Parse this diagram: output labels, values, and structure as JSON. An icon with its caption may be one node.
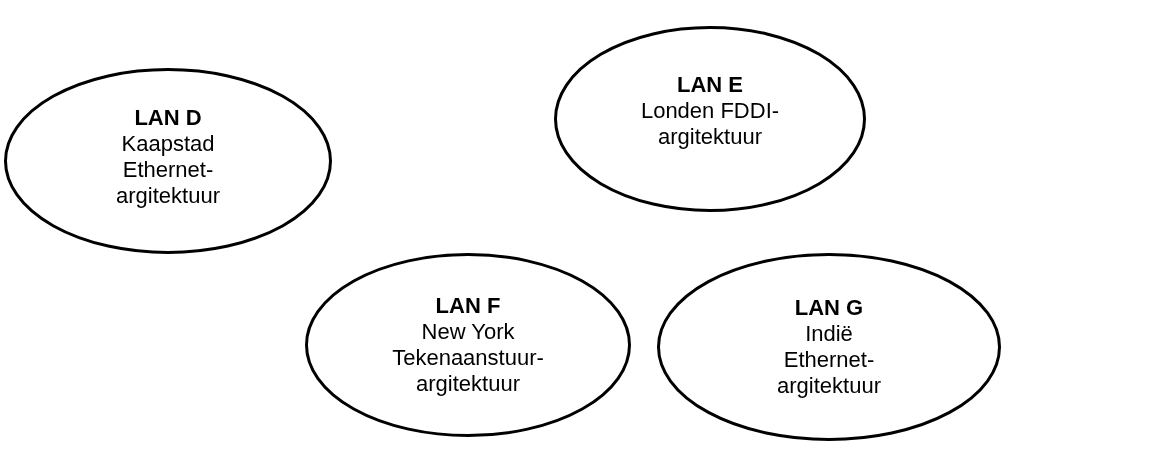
{
  "diagram": {
    "nodes": [
      {
        "text": [
          "LAN D",
          "Kaapstad Ethernet-argitektuur"
        ]
      },
      {
        "text": [
          "LAN E",
          "Londen FDDI-argitektuur"
        ]
      },
      {
        "text": [
          "LAN F",
          "New York Tekenaanstuur-argitektuur"
        ]
      },
      {
        "text": [
          "LAN G",
          "Indië Ethernet-argitektuur"
        ]
      }
    ],
    "edges": []
  }
}
